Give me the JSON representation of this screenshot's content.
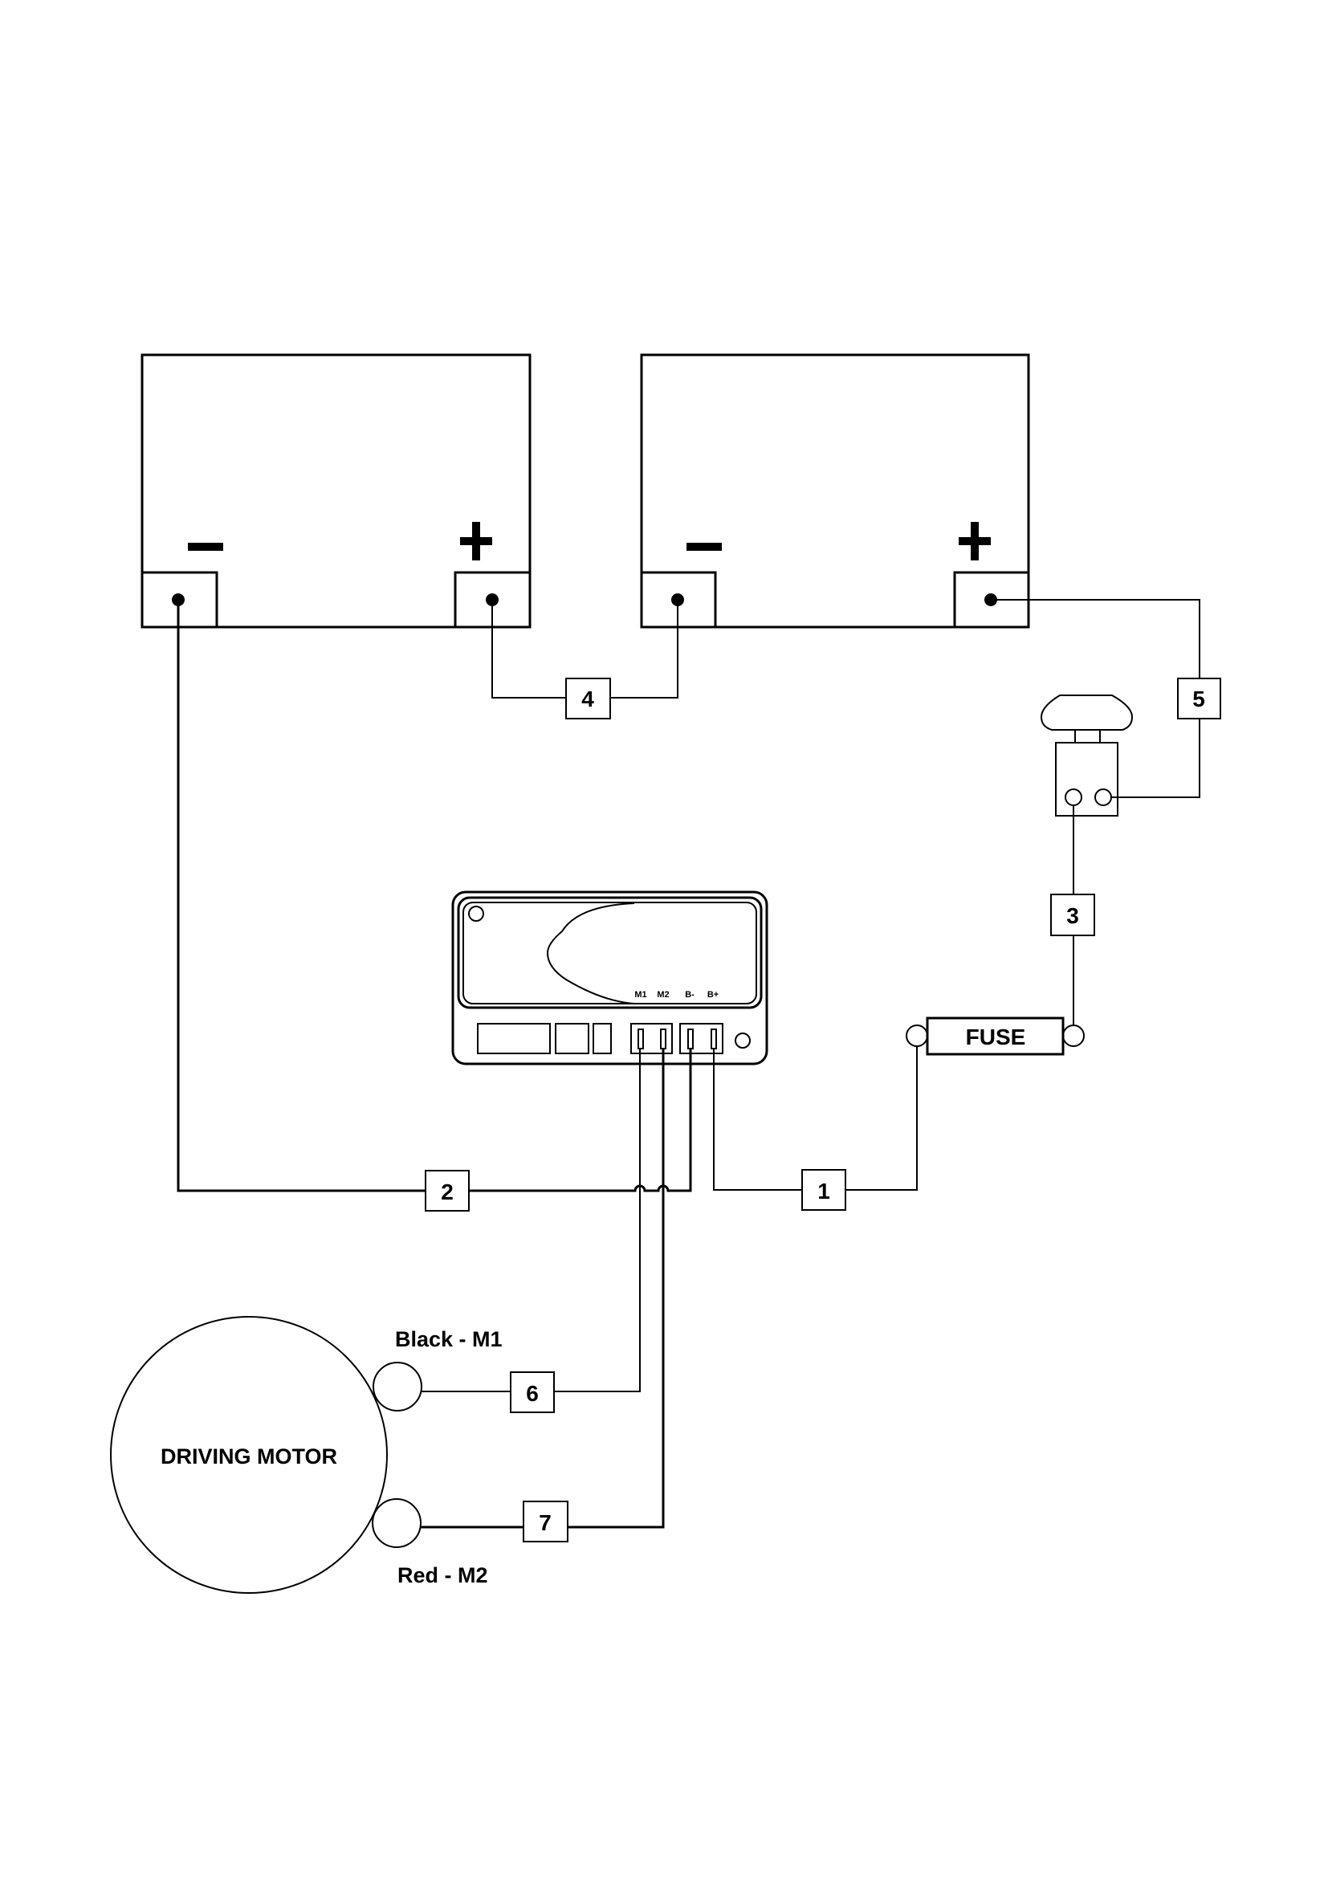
{
  "diagram": {
    "type": "wiring-diagram",
    "batteries": [
      {
        "id": "battery-1",
        "negative_symbol": "−",
        "positive_symbol": "+"
      },
      {
        "id": "battery-2",
        "negative_symbol": "−",
        "positive_symbol": "+"
      }
    ],
    "controller": {
      "terminal_labels": [
        "M1",
        "M2",
        "B-",
        "B+"
      ]
    },
    "fuse": {
      "label": "FUSE"
    },
    "motor": {
      "label": "DRIVING MOTOR",
      "terminal_black": "Black - M1",
      "terminal_red": "Red - M2"
    },
    "wires": [
      {
        "number": "1",
        "from": "Controller B+",
        "to": "Fuse"
      },
      {
        "number": "2",
        "from": "Battery 1 −",
        "to": "Controller B-"
      },
      {
        "number": "3",
        "from": "Fuse",
        "to": "Key switch"
      },
      {
        "number": "4",
        "from": "Battery 1 +",
        "to": "Battery 2 −"
      },
      {
        "number": "5",
        "from": "Battery 2 +",
        "to": "Key switch"
      },
      {
        "number": "6",
        "from": "Motor Black - M1",
        "to": "Controller M1"
      },
      {
        "number": "7",
        "from": "Motor Red - M2",
        "to": "Controller M2"
      }
    ]
  }
}
